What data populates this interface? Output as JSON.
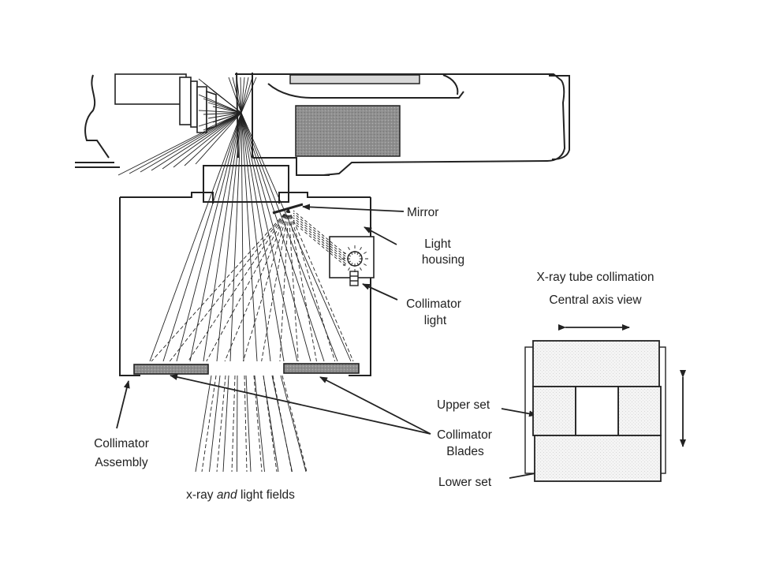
{
  "labels": {
    "mirror": "Mirror",
    "light_housing": [
      "Light",
      "housing"
    ],
    "collimator_light": [
      "Collimator",
      "light"
    ],
    "collimator_assembly": [
      "Collimator",
      "Assembly"
    ],
    "collimator_blades": [
      "Collimator",
      "Blades"
    ],
    "fields_prefix": "x-ray ",
    "fields_emph": "and",
    "fields_suffix": " light fields",
    "collimation_title": "X-ray tube collimation",
    "central_axis": "Central axis view",
    "upper_set": "Upper set",
    "lower_set": "Lower set"
  },
  "colors": {
    "ink": "#222222",
    "blade_fill": "#9a9a9a",
    "panel_fill": "#f3f3f3",
    "background": "#ffffff"
  }
}
